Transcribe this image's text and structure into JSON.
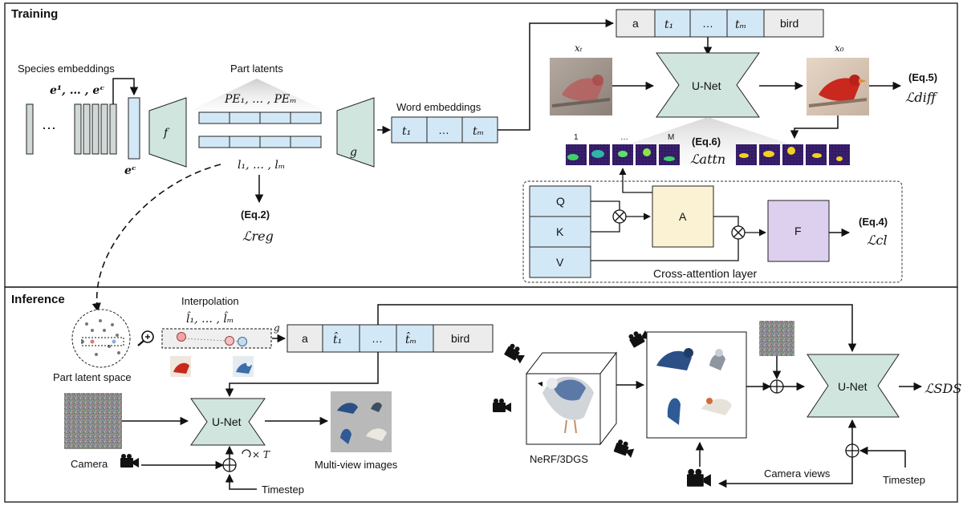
{
  "sections": {
    "training": "Training",
    "inference": "Inference"
  },
  "training": {
    "species_embeddings": "Species embeddings",
    "species_set": "e¹, … , eᶜ",
    "species_dots": "⋯",
    "species_selected": "eᶜ",
    "f_label": "f",
    "g_label": "g",
    "part_latents": "Part latents",
    "pe_set": "PE₁, … , PEₘ",
    "l_set": "l₁, … , lₘ",
    "reg_eq": "(Eq.2)",
    "reg_loss": "ℒreg",
    "word_embeddings": "Word embeddings",
    "word_tokens": [
      "t₁",
      "…",
      "tₘ"
    ],
    "prompt_tokens": [
      "a",
      "t₁",
      "…",
      "tₘ",
      "bird"
    ],
    "xt": "xₜ",
    "x0": "x₀",
    "unet": "U-Net",
    "diff_eq": "(Eq.5)",
    "diff_loss": "ℒdiff",
    "attn_labels": [
      "1",
      "…",
      "M"
    ],
    "attn_eq": "(Eq.6)",
    "attn_loss": "ℒattn",
    "qkv": [
      "Q",
      "K",
      "V"
    ],
    "a_label": "A",
    "f2_label": "F",
    "cl_eq": "(Eq.4)",
    "cl_loss": "ℒcl",
    "cross_attention": "Cross-attention layer"
  },
  "inference": {
    "part_latent_space": "Part latent space",
    "interpolation": "Interpolation",
    "interp_set": "l̂₁, … , l̂ₘ",
    "g_label": "g",
    "prompt_tokens": [
      "a",
      "t̂₁",
      "…",
      "t̂ₘ",
      "bird"
    ],
    "unet": "U-Net",
    "camera": "Camera",
    "timestep": "Timestep",
    "times_t": "× T",
    "multiview": "Multi-view images",
    "nerf": "NeRF/3DGS",
    "camera_views": "Camera views",
    "unet2": "U-Net",
    "sds_loss": "ℒSDS",
    "timestep2": "Timestep"
  },
  "colors": {
    "teal": "#cfe5dd",
    "blue": "#d3e8f6",
    "gray": "#d9d9d9",
    "token_gray": "#ececec",
    "a_fill": "#fbf2d4",
    "f_fill": "#ddd0ee"
  },
  "icons": [
    "camera-icon",
    "zoom-icon",
    "circle-times-icon",
    "circle-plus-icon"
  ]
}
